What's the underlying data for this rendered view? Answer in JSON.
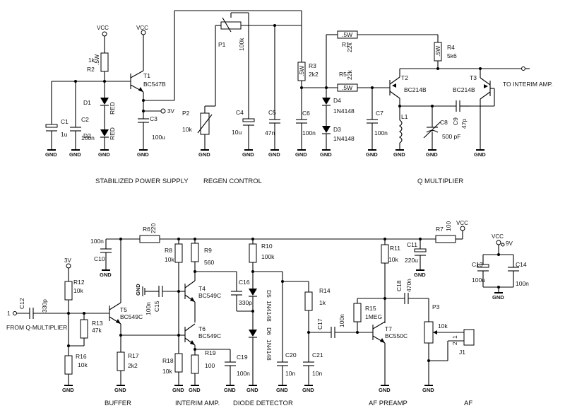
{
  "sections": {
    "power": "STABILIZED POWER SUPPLY",
    "regen": "REGEN CONTROL",
    "qmult": "Q MULTIPLIER",
    "buffer": "BUFFER",
    "interim": "INTERIM AMP.",
    "detector": "DIODE DETECTOR",
    "preamp": "AF PREAMP",
    "af": "AF"
  },
  "nets": {
    "vcc": "VCC",
    "v3": "3V",
    "v9": "9V",
    "gnd": "GND",
    "to_interim": "TO INTERIM AMP.",
    "from_q": "FROM Q-MULTIPLIER",
    "pin1": "1",
    "pin2": "2"
  },
  "components": {
    "R1": {
      "ref": "R1",
      "value": "22k",
      "body": ".5W"
    },
    "R2": {
      "ref": "R2",
      "value": "1k",
      "body": ".5W"
    },
    "R3": {
      "ref": "R3",
      "value": "2k2",
      "body": ".5W"
    },
    "R4": {
      "ref": "R4",
      "value": "5k6",
      "body": ".5W"
    },
    "R5": {
      "ref": "R5",
      "value": "22k",
      "body": ".5W"
    },
    "R6": {
      "ref": "R6",
      "value": "220"
    },
    "R7": {
      "ref": "R7",
      "value": "100"
    },
    "R8": {
      "ref": "R8",
      "value": "10k"
    },
    "R9": {
      "ref": "R9",
      "value": "560"
    },
    "R10": {
      "ref": "R10",
      "value": "100k"
    },
    "R11": {
      "ref": "R11",
      "value": "10k"
    },
    "R12": {
      "ref": "R12",
      "value": "10k"
    },
    "R13": {
      "ref": "R13",
      "value": "47k"
    },
    "R14": {
      "ref": "R14",
      "value": "1k"
    },
    "R15": {
      "ref": "R15",
      "value": "1MEG"
    },
    "R16": {
      "ref": "R16",
      "value": "10k"
    },
    "R17": {
      "ref": "R17",
      "value": "2k2"
    },
    "R18": {
      "ref": "R18",
      "value": "10k"
    },
    "R19": {
      "ref": "R19",
      "value": "100"
    },
    "C1": {
      "ref": "C1",
      "value": "1u"
    },
    "C2": {
      "ref": "C2",
      "value": "100n"
    },
    "C3": {
      "ref": "C3",
      "value": "100u"
    },
    "C4": {
      "ref": "C4",
      "value": "10u"
    },
    "C5": {
      "ref": "C5",
      "value": "47n"
    },
    "C6": {
      "ref": "C6",
      "value": "100n"
    },
    "C7": {
      "ref": "C7",
      "value": "100n"
    },
    "C8": {
      "ref": "C8",
      "value": "500 pF"
    },
    "C9": {
      "ref": "C9",
      "value": "47p"
    },
    "C10": {
      "ref": "C10",
      "value": "100n"
    },
    "C11": {
      "ref": "C11",
      "value": "220u"
    },
    "C12": {
      "ref": "C12",
      "value": "330p"
    },
    "C13": {
      "ref": "C13",
      "value": "100u"
    },
    "C14": {
      "ref": "C14",
      "value": "100n"
    },
    "C15": {
      "ref": "C15",
      "value": "100n"
    },
    "C16": {
      "ref": "C16",
      "value": "330p"
    },
    "C17": {
      "ref": "C17",
      "value": "100n"
    },
    "C18": {
      "ref": "C18",
      "value": "470n"
    },
    "C19": {
      "ref": "C19",
      "value": "100n"
    },
    "C20": {
      "ref": "C20",
      "value": "10n"
    },
    "C21": {
      "ref": "C21",
      "value": "10n"
    },
    "D1": {
      "ref": "D1",
      "value": "RED"
    },
    "D2": {
      "ref": "D2",
      "value": "RED"
    },
    "D3": {
      "ref": "D3",
      "value": "1N4148"
    },
    "D4": {
      "ref": "D4",
      "value": "1N4148"
    },
    "D5": {
      "ref": "D5",
      "value": "1N4148"
    },
    "D6": {
      "ref": "D6",
      "value": "1N4148"
    },
    "T1": {
      "ref": "T1",
      "value": "BC547B"
    },
    "T2": {
      "ref": "T2",
      "value": "BC214B"
    },
    "T3": {
      "ref": "T3",
      "value": "BC214B"
    },
    "T4": {
      "ref": "T4",
      "value": "BC549C"
    },
    "T5": {
      "ref": "T5",
      "value": "BC549C"
    },
    "T6": {
      "ref": "T6",
      "value": "BC549C"
    },
    "T7": {
      "ref": "T7",
      "value": "BC550C"
    },
    "P1": {
      "ref": "P1",
      "value": "100k"
    },
    "P2": {
      "ref": "P2",
      "value": "10k"
    },
    "P3": {
      "ref": "P3",
      "value": "10k"
    },
    "L1": {
      "ref": "L1"
    },
    "J1": {
      "ref": "J1"
    }
  }
}
